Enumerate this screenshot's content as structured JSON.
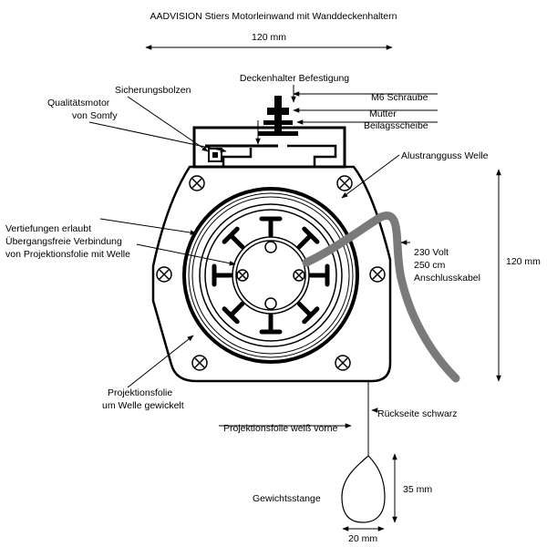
{
  "title": "AADVISION Stiers Motorleinwand mit Wanddeckenhaltern",
  "dimensions": {
    "width": "120 mm",
    "height": "120 mm",
    "weight_height": "35 mm",
    "weight_width": "20 mm"
  },
  "labels": {
    "ceiling_mount": "Deckenhalter Befestigung",
    "safety_bolt": "Sicherungsbolzen",
    "motor_line1": "Qualitätsmotor",
    "motor_line2": "von Somfy",
    "screw": "M6 Schraube",
    "nut": "Mutter",
    "washer": "Beilagsscheibe",
    "shaft": "Alustrangguss Welle",
    "recess_line1": "Vertiefungen erlaubt",
    "recess_line2": "Übergangsfreie Verbindung",
    "recess_line3": "von Projektionsfolie mit Welle",
    "power_line1": "230 Volt",
    "power_line2": "250 cm",
    "power_line3": "Anschlusskabel",
    "foil_line1": "Projektionsfolie",
    "foil_line2": "um Welle gewickelt",
    "back_black": "Rückseite schwarz",
    "front_white": "Projektionsfolie weiß vorne",
    "weight_bar": "Gewichtsstange"
  },
  "colors": {
    "line": "#000000",
    "cable": "#7a7a7a",
    "background": "#ffffff"
  }
}
